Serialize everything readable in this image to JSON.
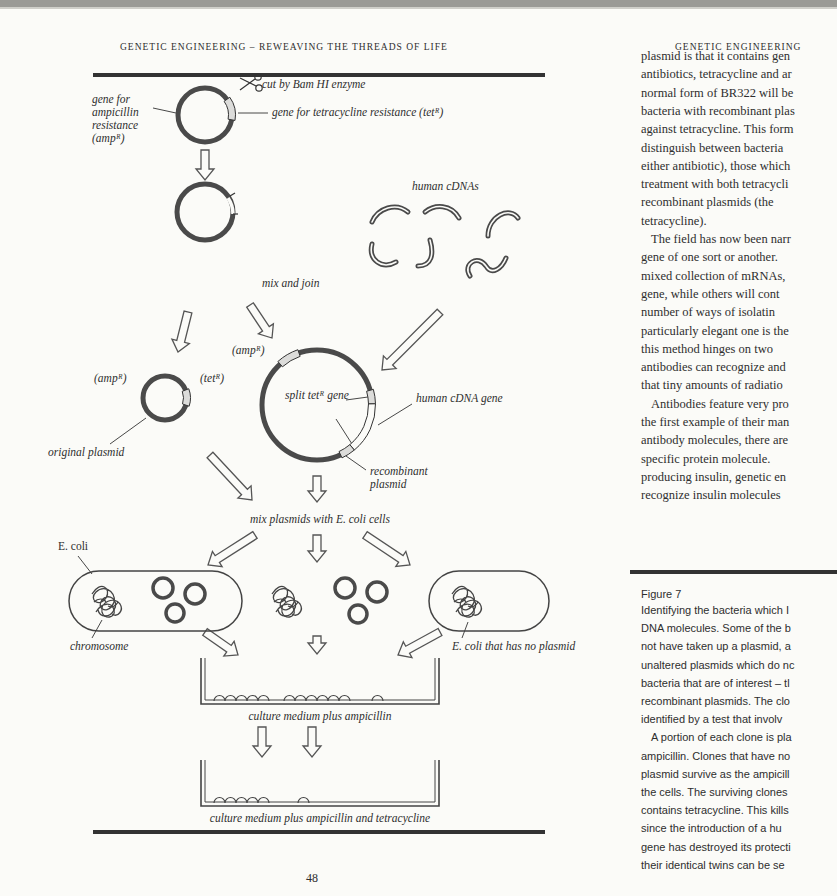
{
  "diagram": {
    "nodes": [
      {
        "text": [
          "gene for ampicillin resistance (ampᴿ)",
          "cut by Bam HI enzyme",
          "gene for tetracycline resistance (tetᴿ)"
        ]
      },
      {
        "text": [
          "(ampᴿ)",
          "(tetᴿ)",
          "original plasmid"
        ]
      },
      {
        "text": [
          "(ampᴿ)",
          "split tetᴿ gene",
          "human cDNA gene",
          "recombinant plasmid"
        ]
      },
      {
        "text": [
          "E. coli",
          "chromosome"
        ]
      },
      {
        "text": [
          "E. coli that has no plasmid"
        ]
      },
      {
        "text": [
          "culture medium plus ampicillin"
        ]
      },
      {
        "text": [
          "culture medium plus ampicillin and tetracycline"
        ]
      }
    ],
    "edges": [
      {
        "from": 3,
        "to": 5,
        "arrow": "to"
      },
      {
        "from": 4,
        "to": 5,
        "arrow": "to"
      },
      {
        "from": 5,
        "to": 6,
        "arrow": "to"
      },
      {
        "from": 5,
        "to": 6,
        "arrow": "to"
      }
    ],
    "labels": [
      "GENETIC ENGINEERING – REWEAVING THE THREADS OF LIFE",
      "GENETIC ENGINEERING",
      "human cDNAs",
      "mix and join",
      "mix plasmids with E. coli cells",
      "plasmid is that it contains gen",
      "antibiotics, tetracycline and ar",
      "normal form of BR322 will be",
      "bacteria with recombinant plas",
      "against tetracycline. This form",
      "distinguish between bacteria",
      "either antibiotic), those which",
      "treatment with both tetracycli",
      "recombinant plasmids (the",
      "tetracycline).",
      "The field has now been narr",
      "gene of one sort or another.",
      "mixed collection of mRNAs,",
      "gene, while others will cont",
      "number of ways of isolatin",
      "particularly elegant one is the",
      "this method hinges on two",
      "antibodies can recognize and",
      "that tiny amounts of radiatio",
      "Antibodies feature very pro",
      "the first example of their man",
      "antibody molecules, there are",
      "specific protein molecule.",
      "producing insulin, genetic en",
      "recognize insulin molecules",
      "Figure 7",
      "Identifying the bacteria which I",
      "DNA molecules. Some of the b",
      "not have taken up a plasmid, a",
      "unaltered plasmids which do nc",
      "bacteria that are of interest – tl",
      "recombinant plasmids. The clo",
      "identified by a test that involv",
      "A portion of each clone is pla",
      "ampicillin. Clones that have no",
      "plasmid survive as the ampicill",
      "the cells. The surviving clones",
      "contains tetracycline. This kills",
      "since the introduction of a hu",
      "gene has destroyed its protecti",
      "their identical twins can be se",
      "48"
    ]
  }
}
